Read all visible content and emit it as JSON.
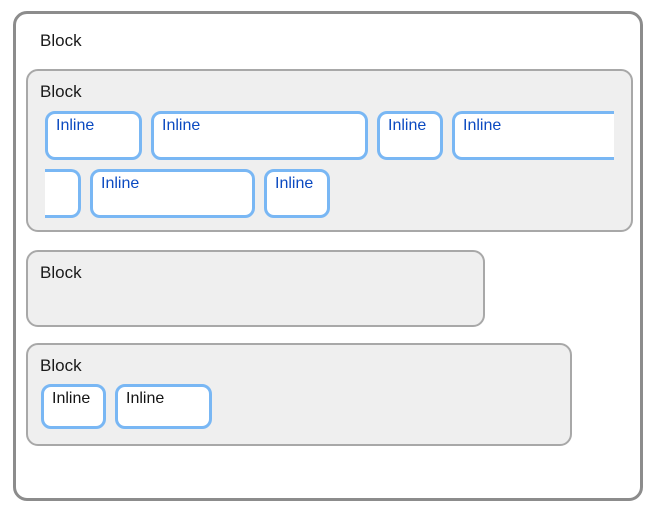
{
  "colors": {
    "outer_border": "#8c8c8c",
    "block_border": "#a8a8a8",
    "block_bg": "#efefef",
    "inline_border": "#79b7f4",
    "inline_text": "#0b4ac1",
    "inline_text_dark": "#141414",
    "block_text": "#1a1a1a"
  },
  "outer": {
    "label": "Block"
  },
  "block1": {
    "label": "Block",
    "row1": {
      "item1": "Inline",
      "item2": "Inline",
      "item3": "Inline",
      "item4": "Inline"
    },
    "row2": {
      "item2": "Inline",
      "item3": "Inline"
    }
  },
  "block2": {
    "label": "Block"
  },
  "block3": {
    "label": "Block",
    "row": {
      "item1": "Inline",
      "item2": "Inline"
    }
  }
}
